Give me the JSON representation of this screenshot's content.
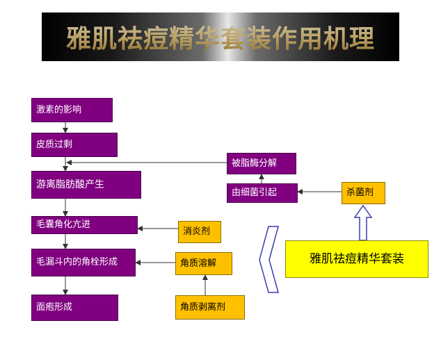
{
  "title": "雅肌祛痘精华套装作用机理",
  "steps": {
    "hormone": "激素的影响",
    "sebum_excess": "皮质过剩",
    "fatty_acid": "游离脂肪酸产生",
    "keratinization": "毛囊角化亢进",
    "plug_formation": "毛漏斗内的角栓形成",
    "acne": "面疱形成"
  },
  "causes": {
    "lipase": "被脂酶分解",
    "bacteria": "由细菌引起"
  },
  "actions": {
    "antibacterial": "杀菌剂",
    "anti_inflammatory": "消炎剂",
    "keratin_dissolve": "角质溶解",
    "exfoliant": "角质剥离剂"
  },
  "product": "雅肌祛痘精华套装",
  "colors": {
    "step_box": "#800080",
    "action_box": "#ffc000",
    "product_box": "#ffff00"
  }
}
